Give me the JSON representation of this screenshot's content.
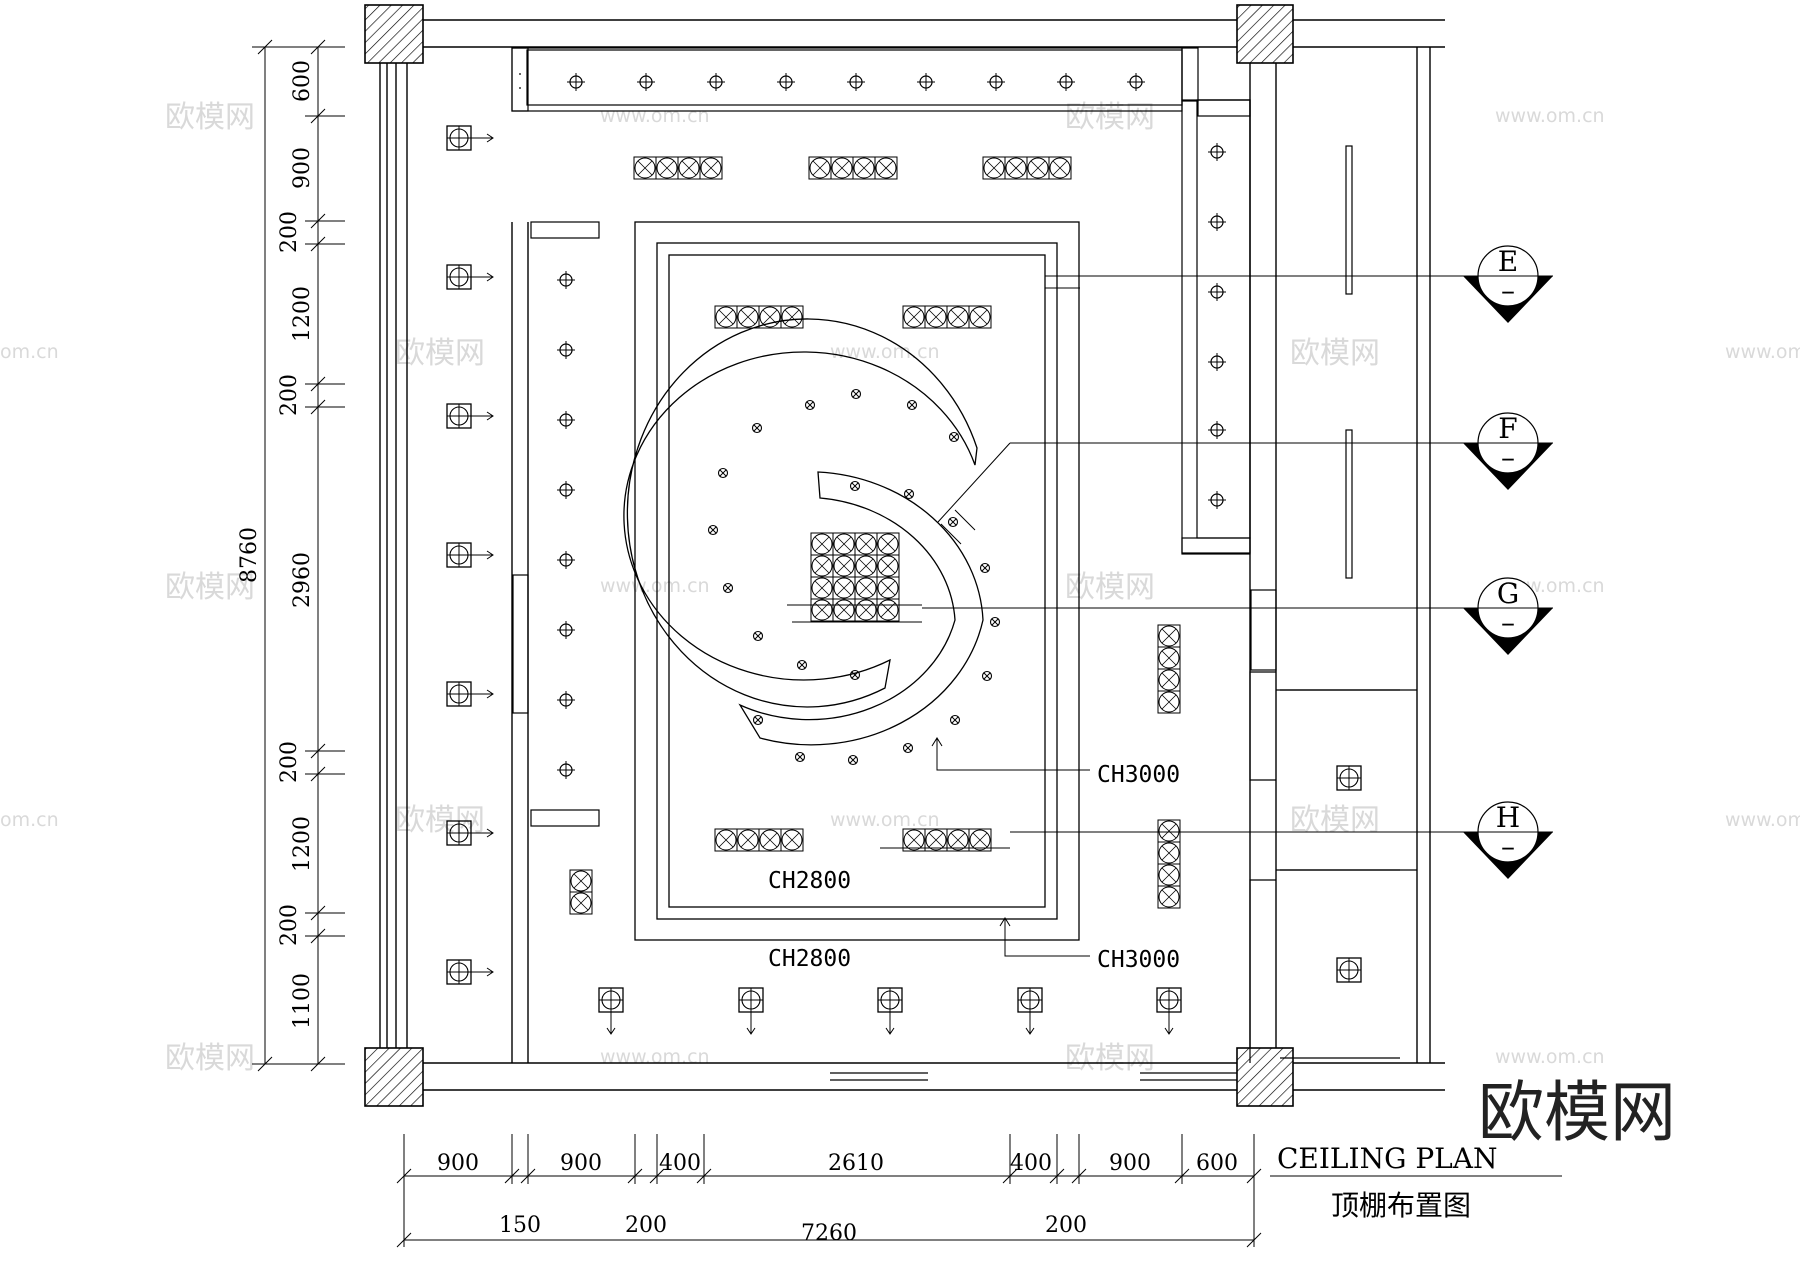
{
  "drawing": {
    "title_en": "CEILING PLAN",
    "title_cn": "顶棚布置图",
    "ceiling_heights": [
      "CH3000",
      "CH2800",
      "CH2800",
      "CH3000"
    ],
    "section_marks": [
      {
        "letter": "E",
        "dash": "–"
      },
      {
        "letter": "F",
        "dash": "–"
      },
      {
        "letter": "G",
        "dash": "–"
      },
      {
        "letter": "H",
        "dash": "–"
      }
    ],
    "dims_left_total": "8760",
    "dims_left": [
      "600",
      "900",
      "200",
      "1200",
      "200",
      "2960",
      "200",
      "1200",
      "200",
      "1100"
    ],
    "dims_bottom_top": [
      "900",
      "900",
      "400",
      "2610",
      "400",
      "900",
      "600"
    ],
    "dims_bottom_2": [
      "150",
      "200",
      "200"
    ],
    "dims_bottom_total": "7260"
  },
  "watermark": {
    "logo_text": "欧模网",
    "url": "www.om.cn",
    "url_partial": "om.cn",
    "brand": "欧模网"
  }
}
